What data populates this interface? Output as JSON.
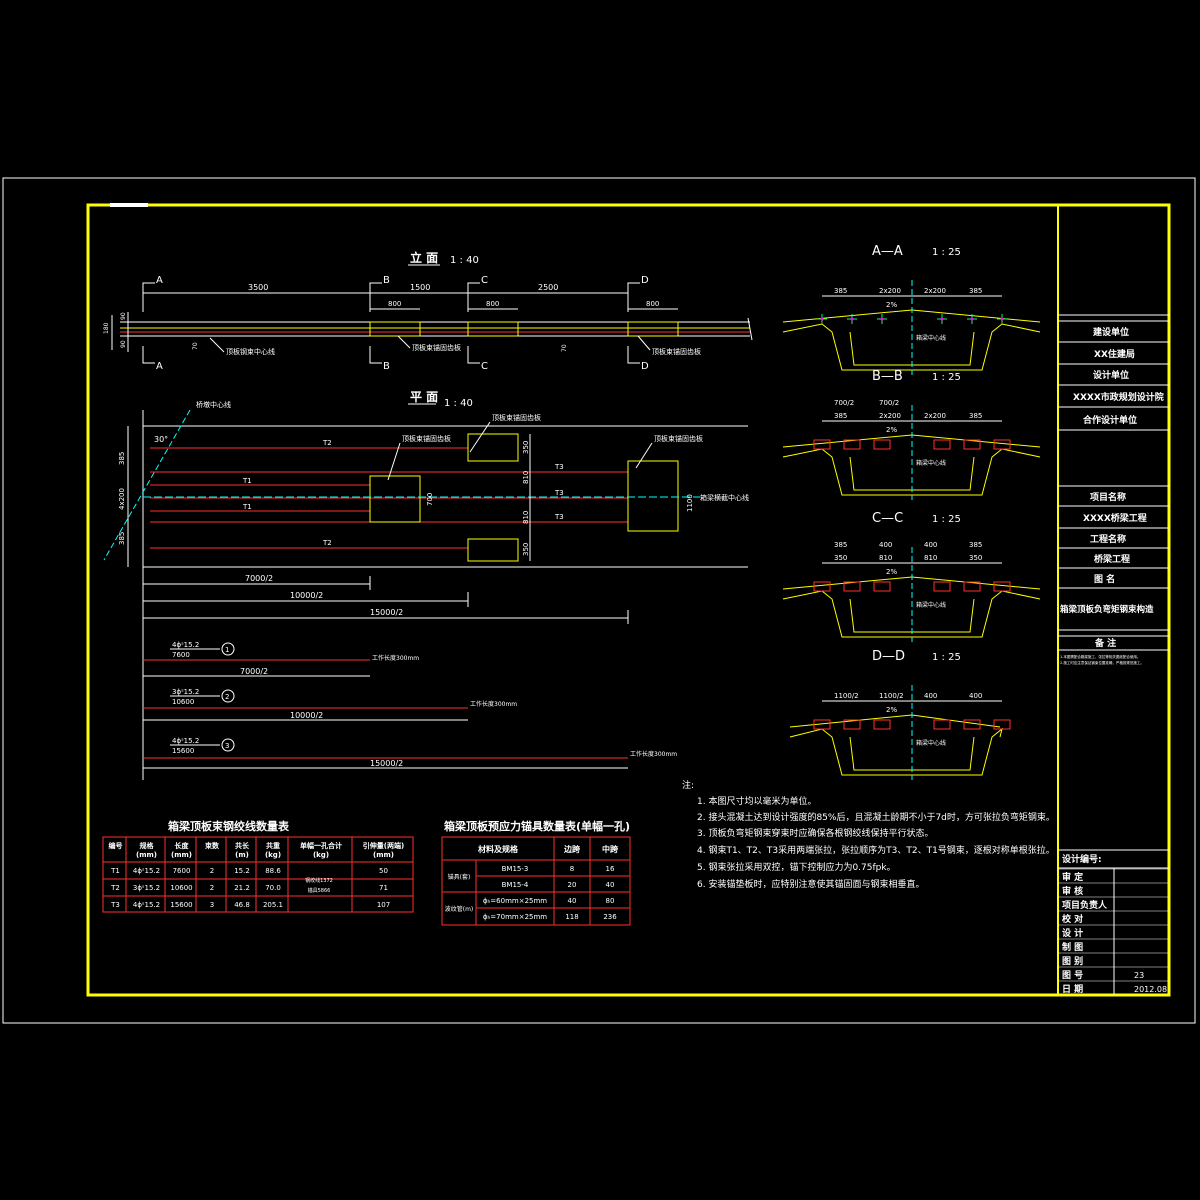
{
  "elevation": {
    "title": "立 面",
    "scale": "1 : 40",
    "sections": [
      "A",
      "B",
      "C",
      "D"
    ],
    "dims": [
      "3500",
      "1500",
      "2500",
      "800",
      "800",
      "800"
    ],
    "labels": [
      "顶板钢束中心线",
      "顶板束锚固齿板",
      "顶板束锚固齿板"
    ],
    "side_dims": [
      "90",
      "90",
      "70",
      "70",
      "180"
    ]
  },
  "plan": {
    "title": "平 面",
    "scale": "1 : 40",
    "labels": [
      "桥墩中心线",
      "顶板束锚固齿板",
      "顶板束锚固齿板",
      "顶板束锚固齿板",
      "箱梁横截中心线"
    ],
    "angle": "30°",
    "tendons": [
      "T2",
      "T1",
      "T1",
      "T2",
      "T3",
      "T3",
      "T3"
    ],
    "dims": [
      "7000/2",
      "10000/2",
      "15000/2"
    ],
    "side_dims": [
      "385",
      "4x200",
      "385",
      "350",
      "810",
      "810",
      "350",
      "700",
      "1100"
    ]
  },
  "tendon_details": [
    {
      "spec": "4ϕˢ15.2",
      "length": "7600",
      "num": "1",
      "span": "7000/2",
      "note": "工作长度300mm"
    },
    {
      "spec": "3ϕˢ15.2",
      "length": "10600",
      "num": "2",
      "span": "10000/2",
      "note": "工作长度300mm"
    },
    {
      "spec": "4ϕˢ15.2",
      "length": "15600",
      "num": "3",
      "span": "15000/2",
      "note": "工作长度300mm"
    }
  ],
  "sections": [
    {
      "title": "A—A",
      "scale": "1 : 25",
      "dims": [
        "385",
        "2x200",
        "2x200",
        "385"
      ],
      "slope": "2%",
      "labels": [
        "箱梁中心线"
      ]
    },
    {
      "title": "B—B",
      "scale": "1 : 25",
      "dims": [
        "385",
        "2x200",
        "2x200",
        "385",
        "700/2",
        "700/2"
      ],
      "slope": "2%",
      "labels": [
        "箱梁中心线"
      ]
    },
    {
      "title": "C—C",
      "scale": "1 : 25",
      "dims": [
        "350",
        "810",
        "810",
        "350",
        "385",
        "400",
        "400",
        "385"
      ],
      "slope": "2%",
      "labels": [
        "箱梁中心线"
      ]
    },
    {
      "title": "D—D",
      "scale": "1 : 25",
      "dims": [
        "1100/2",
        "1100/2",
        "400",
        "400"
      ],
      "slope": "2%",
      "labels": [
        "箱梁中心线"
      ]
    }
  ],
  "table1": {
    "title": "箱梁顶板束钢绞线数量表",
    "headers": [
      "编号",
      "规格\n(mm)",
      "长度\n(mm)",
      "束数",
      "共长\n(m)",
      "共重\n(kg)",
      "单幅一孔合计\n(kg)",
      "引伸量(两端)\n(mm)"
    ],
    "rows": [
      [
        "T1",
        "4ϕˢ15.2",
        "7600",
        "2",
        "15.2",
        "88.6",
        "",
        "50"
      ],
      [
        "T2",
        "3ϕˢ15.2",
        "10600",
        "2",
        "21.2",
        "70.0",
        "",
        "71"
      ],
      [
        "T3",
        "4ϕˢ15.2",
        "15600",
        "3",
        "46.8",
        "205.1",
        "",
        "107"
      ]
    ],
    "merged": [
      "钢绞线1372",
      "锚具5866"
    ]
  },
  "table2": {
    "title": "箱梁顶板预应力锚具数量表(单幅一孔)",
    "headers": [
      "材料及规格",
      "边跨",
      "中跨"
    ],
    "rows": [
      [
        "锚具(套)",
        "BM15-3",
        "8",
        "16"
      ],
      [
        "",
        "BM15-4",
        "20",
        "40"
      ],
      [
        "波纹管(m)",
        "ϕₕ=60mm×25mm",
        "40",
        "80"
      ],
      [
        "",
        "ϕₕ=70mm×25mm",
        "118",
        "236"
      ]
    ]
  },
  "notes": {
    "head": "注:",
    "items": [
      "1. 本图尺寸均以毫米为单位。",
      "2. 接头混凝土达到设计强度的85%后，且混凝土龄期不小于7d时，方可张拉负弯矩钢束。",
      "3. 顶板负弯矩钢束穿束时应确保各根钢绞线保持平行状态。",
      "4. 钢束T1、T2、T3采用两端张拉，张拉顺序为T3、T2、T1号钢束，逐根对称单根张拉。",
      "5. 钢束张拉采用双控，锚下控制应力为0.75fpk。",
      "6. 安装锚垫板时，应特别注意使其锚固面与钢束相垂直。"
    ]
  },
  "title_block": {
    "rows_top": [
      "建设单位",
      "XX住建局",
      "设计单位",
      "XXXX市政规划设计院",
      "合作设计单位"
    ],
    "rows_mid": [
      "项目名称",
      "XXXX桥梁工程",
      "工程名称",
      "桥梁工程",
      "图    名",
      "箱梁顶板负弯矩钢束构造"
    ],
    "remark_head": "备    注",
    "remark_lines": [
      "1.本图需配合箱梁施工、张拉等相关图纸配合使用。",
      "2.施工时应注意保证钢束位置准确，严格按规范施工。"
    ],
    "design_no": "设计编号:",
    "sign_rows": [
      [
        "审    定",
        ""
      ],
      [
        "审    核",
        ""
      ],
      [
        "项目负责人",
        ""
      ],
      [
        "校    对",
        ""
      ],
      [
        "设    计",
        ""
      ],
      [
        "制    图",
        ""
      ],
      [
        "图    别",
        ""
      ],
      [
        "图    号",
        "23"
      ],
      [
        "日    期",
        "2012.08"
      ]
    ]
  },
  "colors": {
    "frame": "#ffff00",
    "line": "#ffffff",
    "red": "#ff3030",
    "cyan": "#00ffff",
    "green": "#00ff66",
    "magenta": "#ff00ff"
  }
}
